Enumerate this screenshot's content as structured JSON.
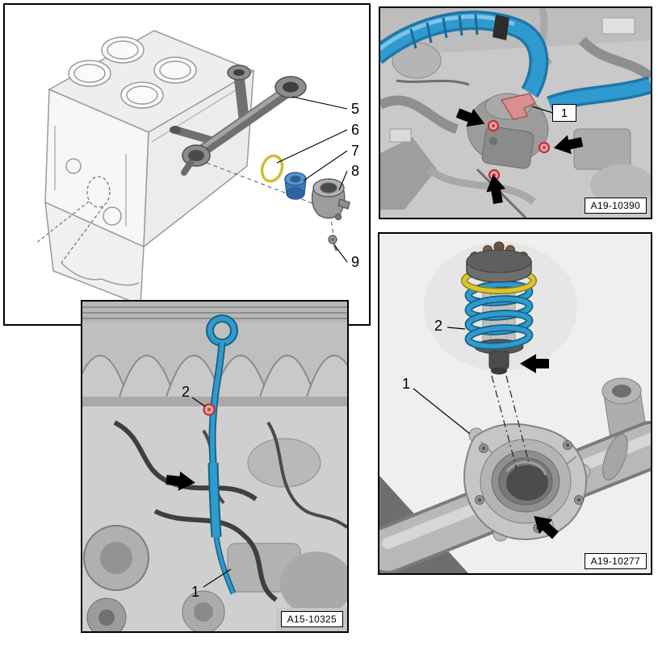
{
  "colors": {
    "highlight_blue": "#2F9AD0",
    "highlight_yellow": "#DCC62E",
    "marker_red": "#C23030",
    "highlight_pink": "#DC8F8F"
  },
  "exploded_view": {
    "callouts": {
      "pipe": "5",
      "oring": "6",
      "thermostat_insert": "7",
      "housing": "8",
      "bolt": "9"
    }
  },
  "engine_bay_view": {
    "callout_bracket": "1",
    "ref_code": "A19-10390"
  },
  "dipstick_view": {
    "callout_bolt": "2",
    "callout_tube": "1",
    "ref_code": "A15-10325"
  },
  "thermostat_view": {
    "callout_thermostat": "2",
    "callout_housing": "1",
    "ref_code": "A19-10277"
  }
}
